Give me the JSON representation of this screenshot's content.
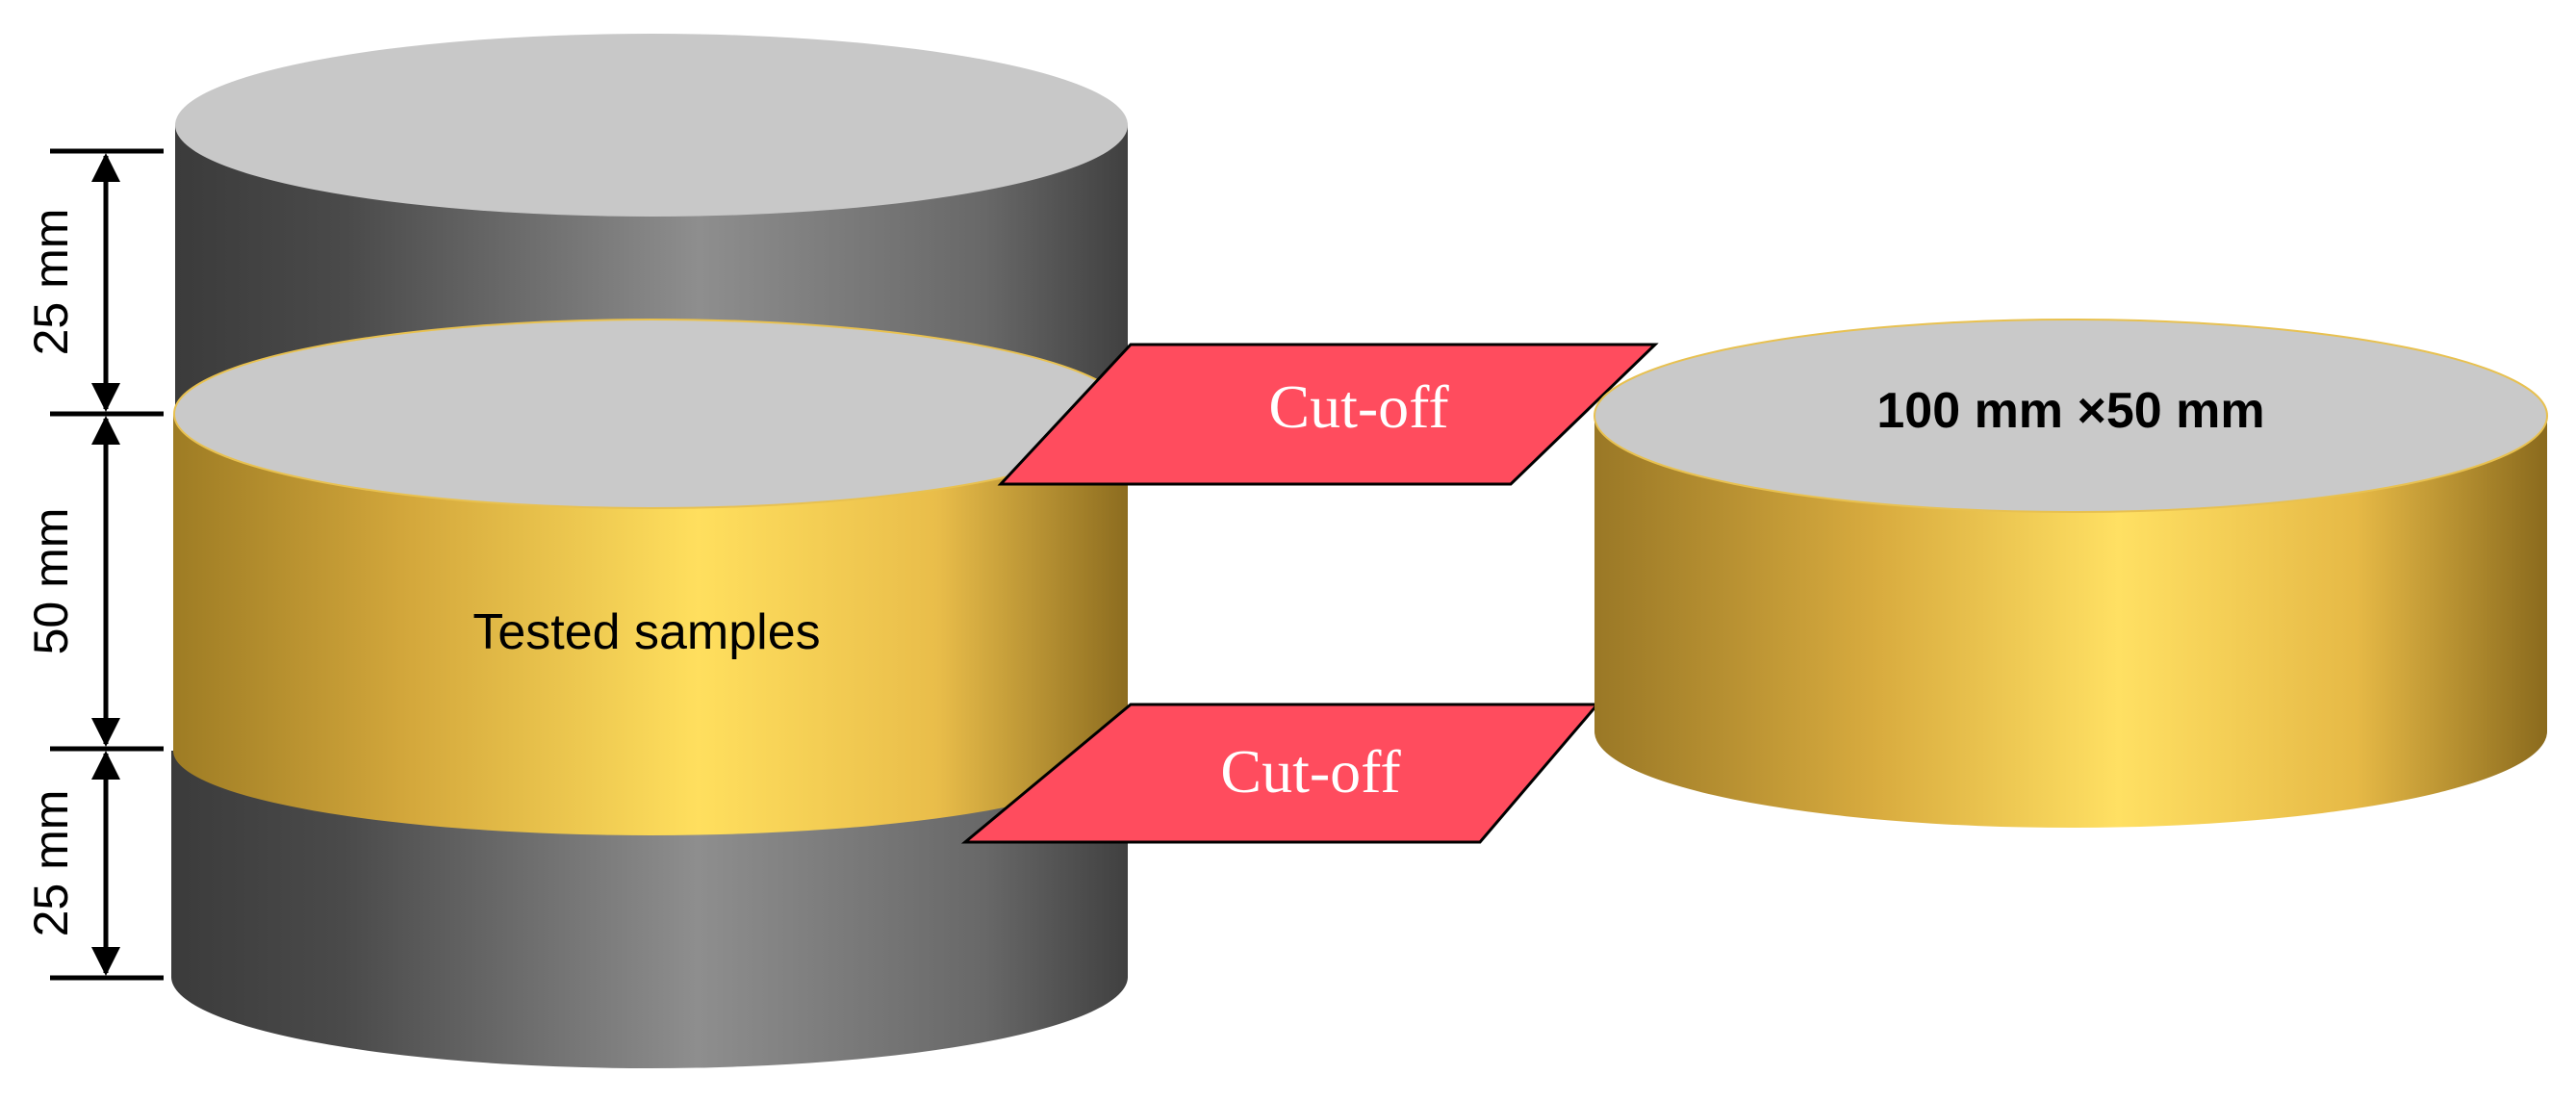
{
  "dimensions": {
    "top": "25 mm",
    "middle": "50 mm",
    "bottom": "25 mm"
  },
  "labels": {
    "tested_samples": "Tested samples",
    "cutoff_top": "Cut-off",
    "cutoff_bottom": "Cut-off",
    "sample_size": "100 mm ×50 mm"
  },
  "colors": {
    "dark_cylinder": "#4a4a4a",
    "top_face": "#c8c8c8",
    "gold_band": "#f2c94c",
    "cutoff_plane": "#ff4c5e",
    "dimension_line": "#000000"
  }
}
